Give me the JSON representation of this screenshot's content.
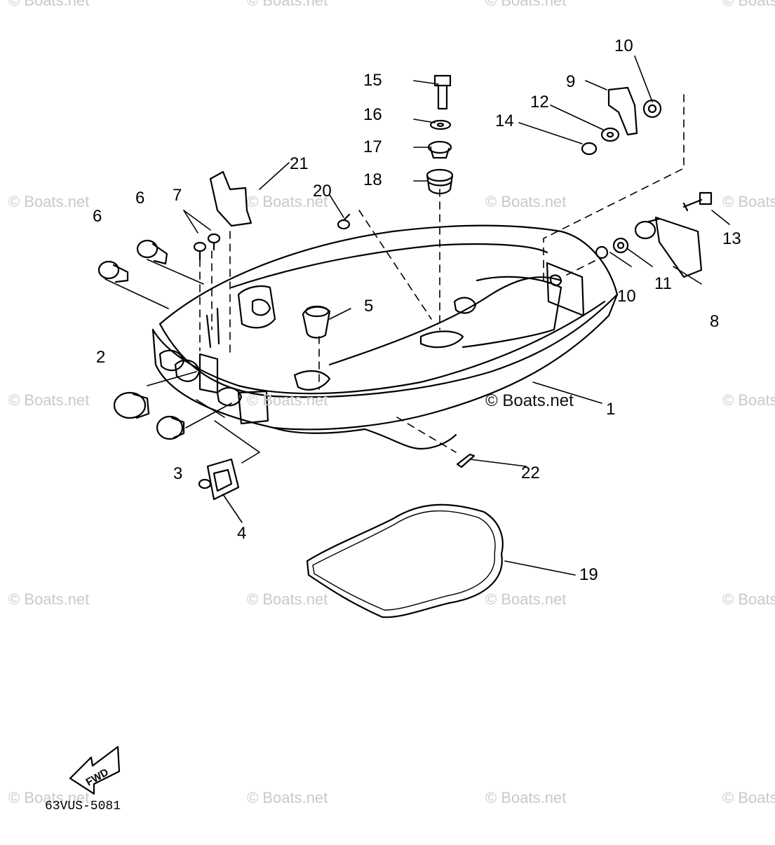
{
  "watermark": "© Boats.net",
  "callouts": [
    "1",
    "2",
    "3",
    "4",
    "5",
    "6",
    "6",
    "7",
    "8",
    "9",
    "10",
    "10",
    "11",
    "12",
    "13",
    "14",
    "15",
    "16",
    "17",
    "18",
    "19",
    "20",
    "21",
    "22"
  ],
  "fwd_label": "FWD",
  "diagram_code": "63VUS-5081"
}
